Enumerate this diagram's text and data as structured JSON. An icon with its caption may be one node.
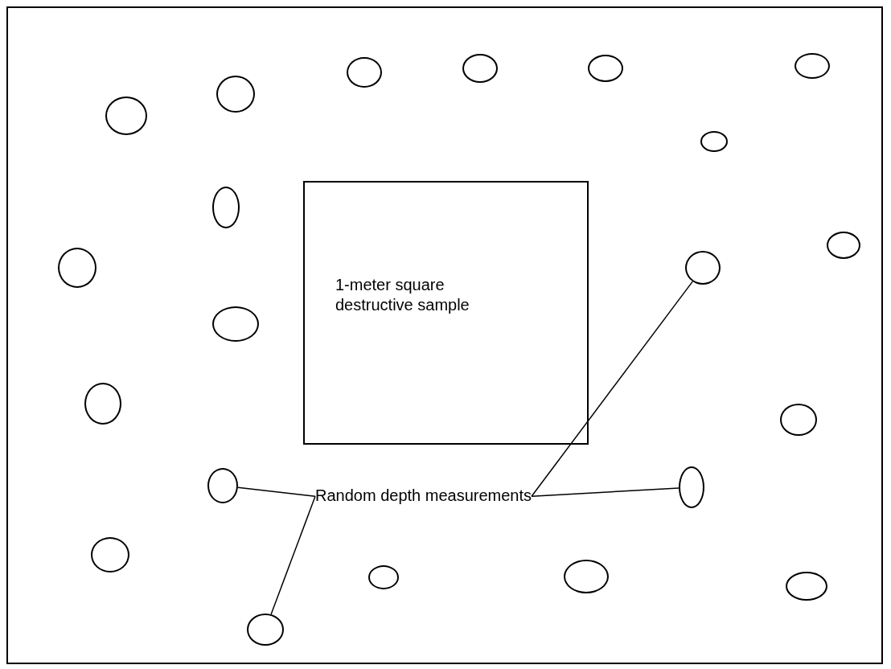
{
  "diagram": {
    "nodes": [
      {
        "text": [
          "1-meter square destructive sample"
        ]
      },
      {
        "text": [
          "Random depth measurements"
        ]
      },
      {
        "text": [],
        "shape": "circle"
      },
      {
        "text": [],
        "shape": "circle"
      },
      {
        "text": [],
        "shape": "circle"
      },
      {
        "text": [],
        "shape": "circle"
      },
      {
        "text": [],
        "shape": "circle"
      },
      {
        "text": [],
        "shape": "circle"
      },
      {
        "text": [],
        "shape": "circle"
      },
      {
        "text": [],
        "shape": "circle"
      },
      {
        "text": [],
        "shape": "circle"
      },
      {
        "text": [],
        "shape": "circle"
      },
      {
        "text": [],
        "shape": "circle"
      },
      {
        "text": [],
        "shape": "circle"
      },
      {
        "text": [],
        "shape": "circle"
      },
      {
        "text": [],
        "shape": "circle"
      },
      {
        "text": [],
        "shape": "circle"
      },
      {
        "text": [],
        "shape": "circle"
      },
      {
        "text": [],
        "shape": "circle"
      },
      {
        "text": [],
        "shape": "circle"
      },
      {
        "text": [],
        "shape": "circle"
      },
      {
        "text": [],
        "shape": "circle"
      },
      {
        "text": [],
        "shape": "circle"
      }
    ],
    "edges": [
      {
        "from": 1,
        "to": 16,
        "arrow": "none"
      },
      {
        "from": 1,
        "to": 22,
        "arrow": "none"
      },
      {
        "from": 1,
        "to": 11,
        "arrow": "none"
      },
      {
        "from": 1,
        "to": 17,
        "arrow": "none"
      }
    ]
  }
}
